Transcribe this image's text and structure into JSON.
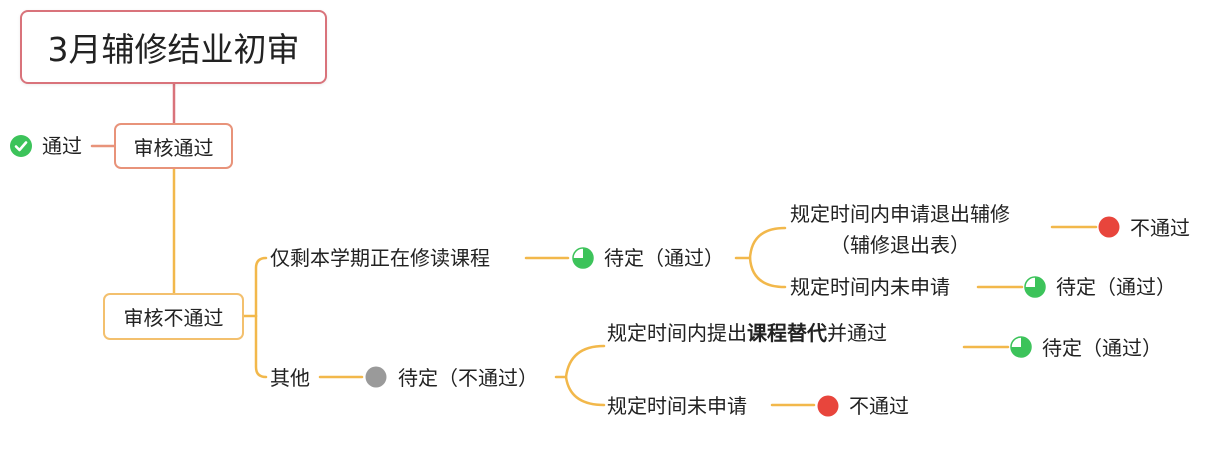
{
  "root": {
    "title": "3月辅修结业初审"
  },
  "pass_branch": {
    "label": "审核通过",
    "result_icon": "check-circle-icon",
    "result_label": "通过"
  },
  "fail_branch": {
    "label": "审核不通过",
    "case_current": {
      "label": "仅剩本学期正在修读课程",
      "status_icon": "pie-progress-icon",
      "status_label": "待定（通过）",
      "options": [
        {
          "label_line1": "规定时间内申请退出辅修",
          "label_line2": "（辅修退出表）",
          "result_icon": "red-dot-icon",
          "result_label": "不通过"
        },
        {
          "label_line1": "规定时间内未申请",
          "result_icon": "pie-progress-icon",
          "result_label": "待定（通过）"
        }
      ]
    },
    "case_other": {
      "label": "其他",
      "status_icon": "gray-dot-icon",
      "status_label": "待定（不通过）",
      "options": [
        {
          "label_pre": "规定时间内提出",
          "label_bold": "课程替代",
          "label_post": "并通过",
          "result_icon": "pie-progress-icon",
          "result_label": "待定（通过）"
        },
        {
          "label_line1": "规定时间未申请",
          "result_icon": "red-dot-icon",
          "result_label": "不通过"
        }
      ]
    }
  },
  "colors": {
    "root_border": "#d9737b",
    "pass_border": "#e8937a",
    "fail_border": "#f3c06e",
    "connector": "#f2b84b",
    "check_green": "#3cc35a",
    "pie_green": "#3cc35a",
    "red_dot": "#e8453c",
    "gray_dot": "#9a9a9a"
  }
}
